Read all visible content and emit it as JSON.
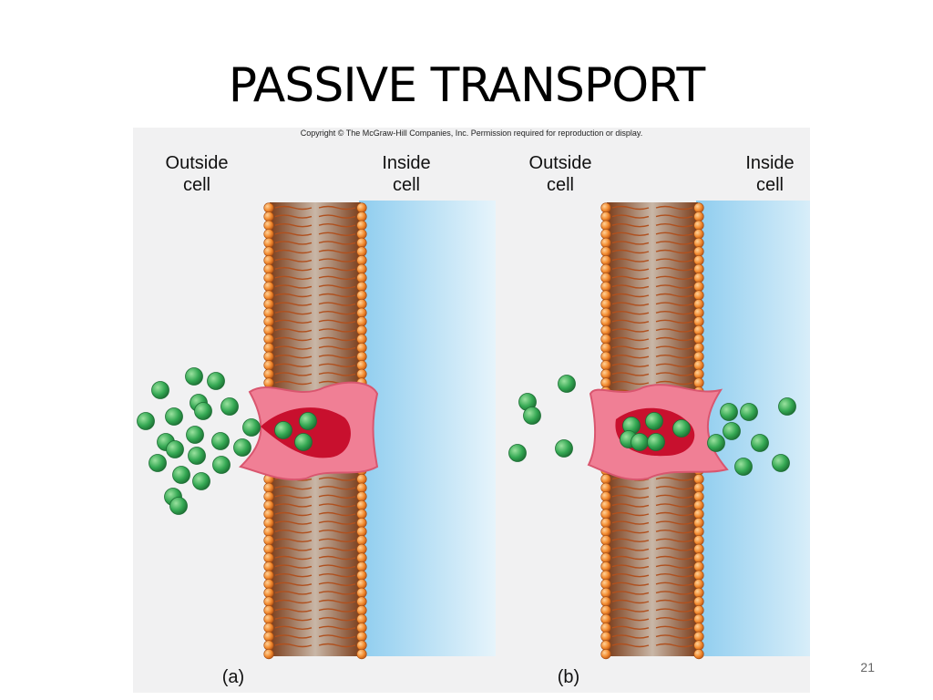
{
  "slide": {
    "title": "PASSIVE TRANSPORT",
    "page_number": "21"
  },
  "figure": {
    "copyright": "Copyright © The McGraw-Hill Companies, Inc. Permission required for reproduction or display.",
    "panels": [
      {
        "letter": "(a)",
        "outside_label": "Outside\ncell",
        "inside_label": "Inside\ncell"
      },
      {
        "letter": "(b)",
        "outside_label": "Outside\ncell",
        "inside_label": "Inside\ncell"
      }
    ],
    "colors": {
      "background": "#f1f1f2",
      "cytoplasm": "#a8d8f0",
      "lipid_head": "#f28a2e",
      "lipid_tail": "#b0501e",
      "protein": "#f07f95",
      "channel": "#c8102e",
      "molecule": "#34a853"
    }
  }
}
